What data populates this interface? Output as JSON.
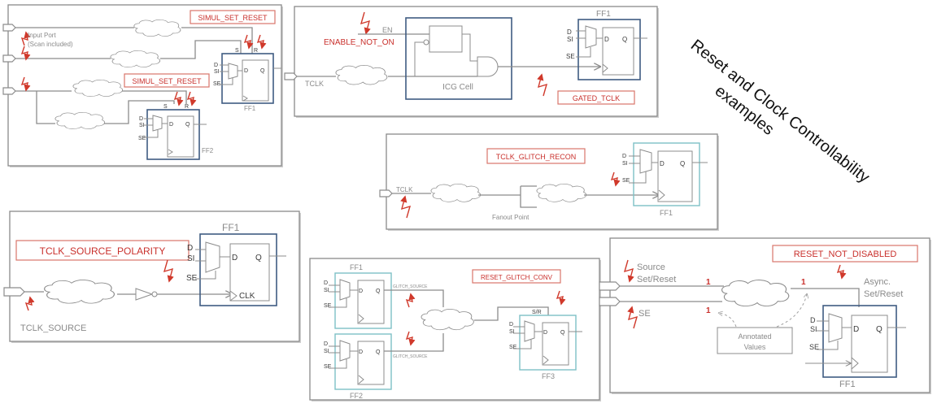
{
  "title": {
    "line1": "Reset and Clock Controllability",
    "line2": "examples"
  },
  "colors": {
    "rule_tag": "#c9302c",
    "rule_border": "#d9766a",
    "ff_blue": "#3f5b82",
    "ff_teal": "#7ec0c6",
    "wire": "#8c8c8c"
  },
  "panels": {
    "simul": {
      "tag1": "SIMUL_SET_RESET",
      "tag2": "SIMUL_SET_RESET",
      "input_port_label": "Input Port",
      "input_port_sub": "(Scan included)",
      "ff1": {
        "name": "FF1",
        "d": "D",
        "si": "SI",
        "se": "SE",
        "dq": "D",
        "q": "Q",
        "s": "S",
        "r": "R"
      },
      "ff2": {
        "name": "FF2",
        "d": "D",
        "si": "SI",
        "se": "SE",
        "dq": "D",
        "q": "Q",
        "s": "S",
        "r": "R"
      }
    },
    "icg": {
      "tag_enable": "ENABLE_NOT_ON",
      "en_label": "EN",
      "tclk_label": "TCLK",
      "cell_label": "ICG Cell",
      "tag_gated": "GATED_TCLK",
      "ff1": {
        "name": "FF1",
        "d": "D",
        "si": "SI",
        "se": "SE",
        "dq": "D",
        "q": "Q"
      }
    },
    "glitch_recon": {
      "tag": "TCLK_GLITCH_RECON",
      "tclk_label": "TCLK",
      "fanout_label": "Fanout Point",
      "ff1": {
        "name": "FF1",
        "d": "D",
        "si": "SI",
        "se": "SE",
        "dq": "D",
        "q": "Q"
      }
    },
    "polarity": {
      "tag": "TCLK_SOURCE_POLARITY",
      "source_label": "TCLK_SOURCE",
      "ff1": {
        "name": "FF1",
        "d": "D",
        "si": "SI",
        "se": "SE",
        "dq": "D",
        "q": "Q",
        "clk": "CLK"
      }
    },
    "glitch_conv": {
      "tag": "RESET_GLITCH_CONV",
      "glitch_src1": "GLITCH_SOURCE",
      "glitch_src2": "GLITCH_SOURCE",
      "ff1": {
        "name": "FF1",
        "d": "D",
        "si": "SI",
        "se": "SE",
        "dq": "D",
        "q": "Q"
      },
      "ff2": {
        "name": "FF2",
        "d": "D",
        "si": "SI",
        "se": "SE",
        "dq": "D",
        "q": "Q"
      },
      "ff3": {
        "name": "FF3",
        "d": "D",
        "si": "SI",
        "se": "SE",
        "dq": "D",
        "q": "Q",
        "sr": "S/R"
      }
    },
    "not_disabled": {
      "tag": "RESET_NOT_DISABLED",
      "source_l1": "Source",
      "source_l2": "Set/Reset",
      "se_label": "SE",
      "async_l1": "Async.",
      "async_l2": "Set/Reset",
      "annot_l1": "Annotated",
      "annot_l2": "Values",
      "val_a": "1",
      "val_b": "1",
      "val_c": "1",
      "ff1": {
        "name": "FF1",
        "d": "D",
        "si": "SI",
        "se": "SE",
        "dq": "D",
        "q": "Q"
      }
    }
  }
}
